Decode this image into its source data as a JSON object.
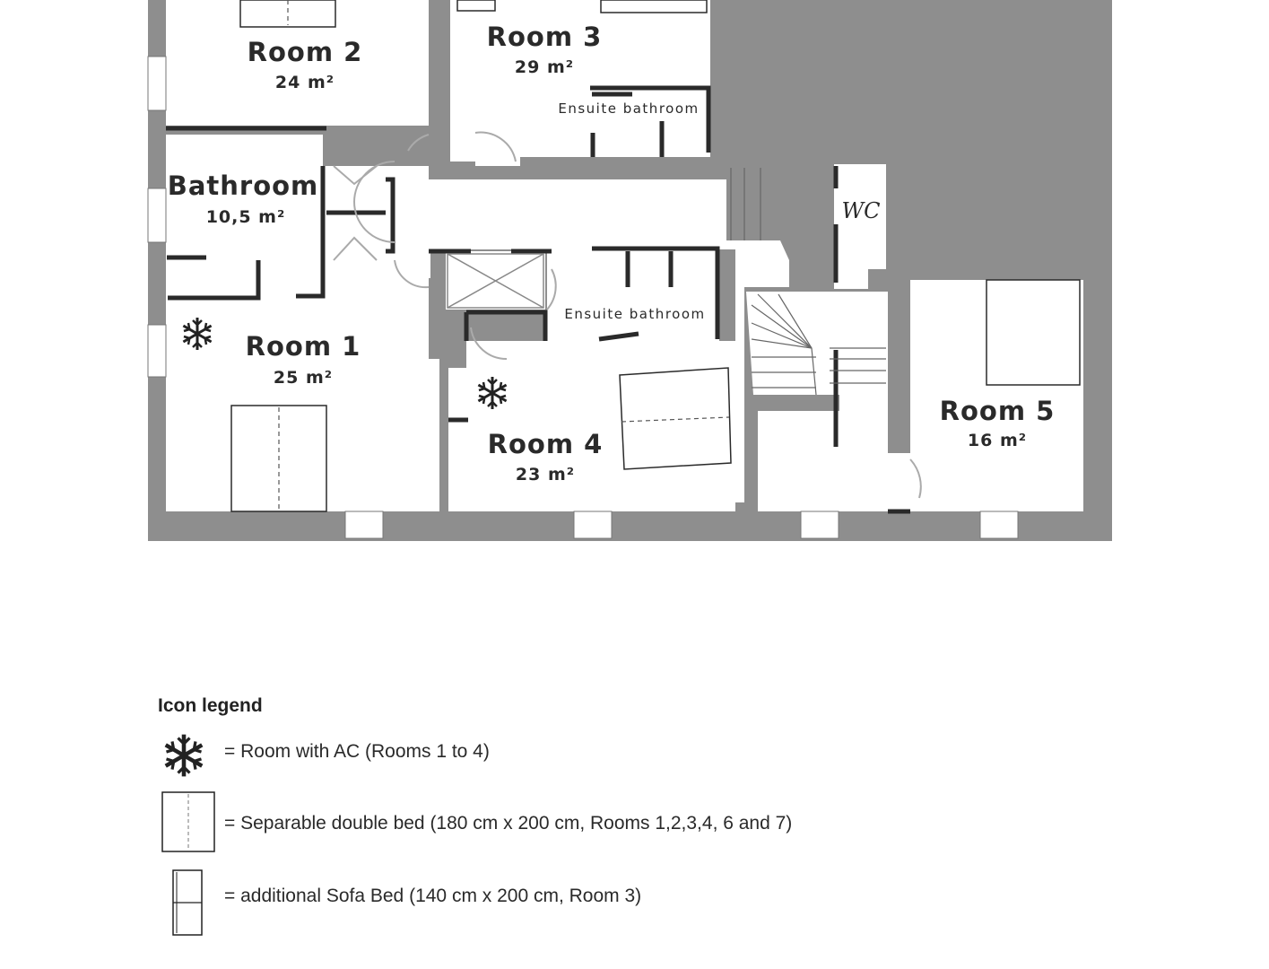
{
  "floorplan": {
    "rooms": [
      {
        "name": "Room 2",
        "area": "24 m²"
      },
      {
        "name": "Room 3",
        "area": "29 m²"
      },
      {
        "name": "Bathroom",
        "area": "10,5 m²"
      },
      {
        "name": "Room 1",
        "area": "25 m²"
      },
      {
        "name": "Room 4",
        "area": "23 m²"
      },
      {
        "name": "Room 5",
        "area": "16 m²"
      }
    ],
    "labels": {
      "ensuite_room3": "Ensuite bathroom",
      "ensuite_room4": "Ensuite bathroom",
      "wc": "WC"
    },
    "colors": {
      "wall": "#8e8e8e",
      "floor": "#ffffff",
      "line": "#2a2a2a"
    }
  },
  "legend": {
    "title": "Icon legend",
    "items": [
      {
        "icon": "snowflake-icon",
        "text": "= Room with AC (Rooms 1 to 4)"
      },
      {
        "icon": "double-bed-icon",
        "text": "= Separable double bed (180 cm x 200 cm, Rooms 1,2,3,4, 6 and 7)"
      },
      {
        "icon": "sofa-bed-icon",
        "text": "= additional Sofa Bed (140 cm x 200 cm, Room 3)"
      }
    ]
  }
}
